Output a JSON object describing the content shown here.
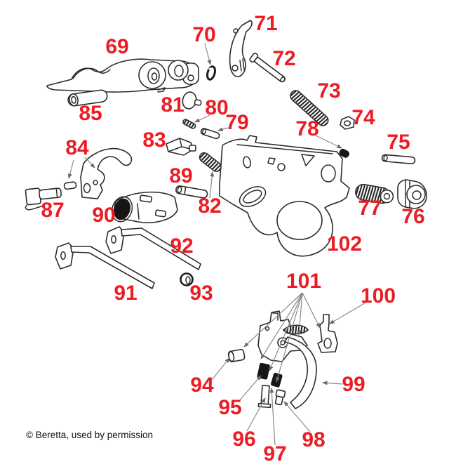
{
  "diagram": {
    "copyright": "© Beretta, used by permission",
    "colors": {
      "label": "#ed1c24",
      "line_art": "#2b2b2b",
      "leader": "#8a8a8a",
      "background": "#ffffff"
    },
    "part_labels": [
      {
        "number": "69"
      },
      {
        "number": "70"
      },
      {
        "number": "71"
      },
      {
        "number": "72"
      },
      {
        "number": "73"
      },
      {
        "number": "74"
      },
      {
        "number": "75"
      },
      {
        "number": "76"
      },
      {
        "number": "77"
      },
      {
        "number": "78"
      },
      {
        "number": "79"
      },
      {
        "number": "80"
      },
      {
        "number": "81"
      },
      {
        "number": "82"
      },
      {
        "number": "83"
      },
      {
        "number": "84"
      },
      {
        "number": "85"
      },
      {
        "number": "87"
      },
      {
        "number": "89"
      },
      {
        "number": "90"
      },
      {
        "number": "91"
      },
      {
        "number": "92"
      },
      {
        "number": "93"
      },
      {
        "number": "94"
      },
      {
        "number": "95"
      },
      {
        "number": "96"
      },
      {
        "number": "97"
      },
      {
        "number": "98"
      },
      {
        "number": "99"
      },
      {
        "number": "100"
      },
      {
        "number": "101"
      },
      {
        "number": "102"
      }
    ]
  }
}
